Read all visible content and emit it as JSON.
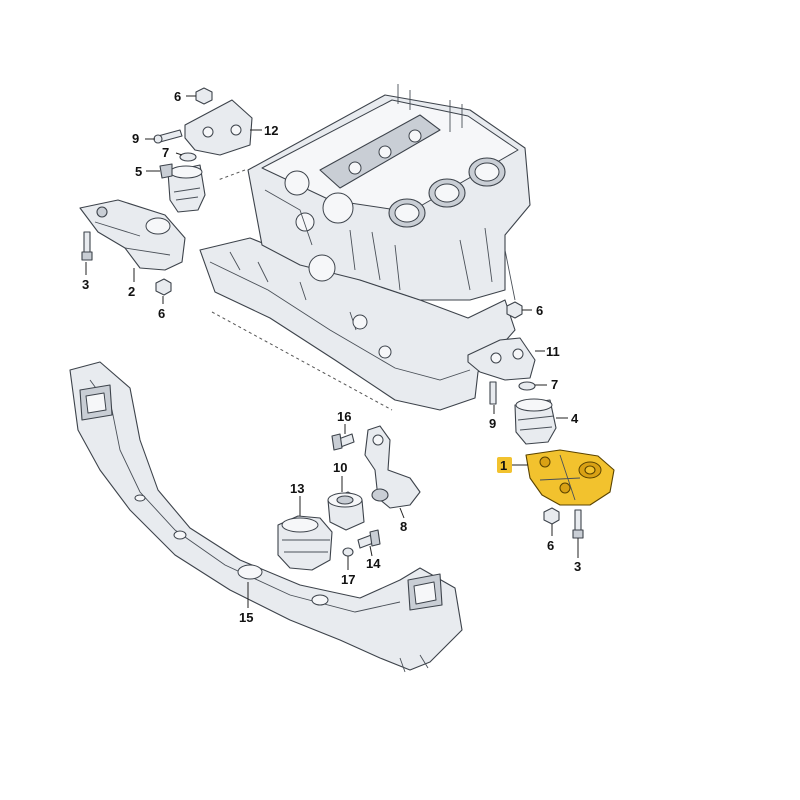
{
  "diagram": {
    "highlight_color": "#f2c22e",
    "callouts": [
      {
        "id": "c1",
        "text": "1"
      },
      {
        "id": "c2",
        "text": "2"
      },
      {
        "id": "c3a",
        "text": "3"
      },
      {
        "id": "c3b",
        "text": "3"
      },
      {
        "id": "c4",
        "text": "4"
      },
      {
        "id": "c5",
        "text": "5"
      },
      {
        "id": "c6a",
        "text": "6"
      },
      {
        "id": "c6b",
        "text": "6"
      },
      {
        "id": "c6c",
        "text": "6"
      },
      {
        "id": "c6d",
        "text": "6"
      },
      {
        "id": "c7a",
        "text": "7"
      },
      {
        "id": "c7b",
        "text": "7"
      },
      {
        "id": "c8",
        "text": "8"
      },
      {
        "id": "c9a",
        "text": "9"
      },
      {
        "id": "c9b",
        "text": "9"
      },
      {
        "id": "c10",
        "text": "10"
      },
      {
        "id": "c11",
        "text": "11"
      },
      {
        "id": "c12",
        "text": "12"
      },
      {
        "id": "c13",
        "text": "13"
      },
      {
        "id": "c14",
        "text": "14"
      },
      {
        "id": "c15",
        "text": "15"
      },
      {
        "id": "c16",
        "text": "16"
      },
      {
        "id": "c17",
        "text": "17"
      }
    ]
  }
}
